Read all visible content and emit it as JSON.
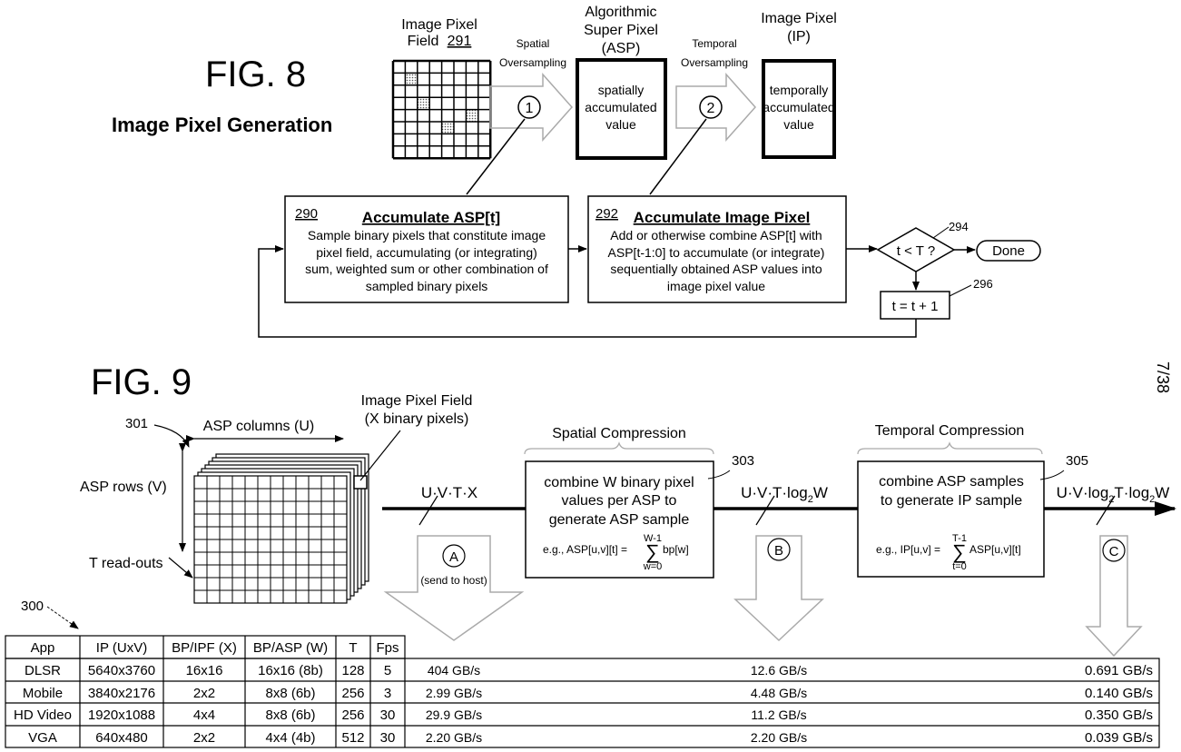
{
  "fig8": {
    "title": "FIG. 8",
    "subtitle": "Image Pixel Generation",
    "pixel_field_line1": "Image Pixel",
    "pixel_field_line2": "Field",
    "pixel_field_ref": "291",
    "spatial_line1": "Spatial",
    "spatial_line2": "Oversampling",
    "asp_title1": "Algorithmic",
    "asp_title2": "Super Pixel",
    "asp_title3": "(ASP)",
    "asp_box1": "spatially",
    "asp_box2": "accumulated",
    "asp_box3": "value",
    "temporal_line1": "Temporal",
    "temporal_line2": "Oversampling",
    "ip_title1": "Image Pixel",
    "ip_title2": "(IP)",
    "ip_box1": "temporally",
    "ip_box2": "accumulated",
    "ip_box3": "value",
    "callout1": "1",
    "callout2": "2",
    "box290": {
      "ref": "290",
      "title": "Accumulate ASP[t]",
      "lines": [
        "Sample binary pixels that constitute image",
        "pixel field, accumulating (or integrating)",
        "sum, weighted sum or other combination of",
        "sampled binary pixels"
      ]
    },
    "box292": {
      "ref": "292",
      "title": "Accumulate Image Pixel",
      "lines": [
        "Add or otherwise combine ASP[t] with",
        "ASP[t-1:0] to accumulate (or integrate)",
        "sequentially obtained ASP values into",
        "image pixel value"
      ]
    },
    "decision": "t < T ?",
    "decision_ref": "294",
    "done": "Done",
    "increment": "t = t + 1",
    "increment_ref": "296"
  },
  "sheet_number": "7/38",
  "fig9": {
    "title": "FIG. 9",
    "stack_ref": "301",
    "asp_columns": "ASP columns (U)",
    "asp_rows": "ASP rows (V)",
    "t_readouts": "T read-outs",
    "ipf_line1": "Image Pixel Field",
    "ipf_line2": "(X binary pixels)",
    "spatial_compression": "Spatial Compression",
    "temporal_compression": "Temporal Compression",
    "ref303": "303",
    "ref305": "305",
    "ref300": "300",
    "rate_a": "U·V·T·X",
    "rate_b_main": "U·V·T·log",
    "rate_b_sub": "2",
    "rate_b_tail": "W",
    "rate_c_main": "U·V·log",
    "rate_c_sub1": "2",
    "rate_c_mid": "T·log",
    "rate_c_sub2": "2",
    "rate_c_tail": "W",
    "label_a": "A",
    "label_b": "B",
    "label_c": "C",
    "send_to_host": "(send to host)",
    "box303_lines": [
      "combine W binary pixel",
      "values per ASP to",
      "generate ASP sample"
    ],
    "box303_eq_left": "e.g., ASP[u,v][t] =",
    "box303_eq_top": "W-1",
    "box303_eq_sigma": "∑",
    "box303_eq_right": "bp[w]",
    "box303_eq_bottom": "w=0",
    "box305_lines": [
      "combine ASP samples",
      "to generate IP sample"
    ],
    "box305_eq_left": "e.g., IP[u,v] =",
    "box305_eq_top": "T-1",
    "box305_eq_sigma": "∑",
    "box305_eq_right": "ASP[u,v][t]",
    "box305_eq_bottom": "t=0"
  },
  "table": {
    "headers": [
      "App",
      "IP (UxV)",
      "BP/IPF (X)",
      "BP/ASP (W)",
      "T",
      "Fps"
    ],
    "rows": [
      {
        "cells": [
          "DLSR",
          "5640x3760",
          "16x16",
          "16x16 (8b)",
          "128",
          "5"
        ],
        "a": "404 GB/s",
        "b": "12.6 GB/s",
        "c": "0.691 GB/s"
      },
      {
        "cells": [
          "Mobile",
          "3840x2176",
          "2x2",
          "8x8 (6b)",
          "256",
          "3"
        ],
        "a": "2.99 GB/s",
        "b": "4.48 GB/s",
        "c": "0.140 GB/s"
      },
      {
        "cells": [
          "HD Video",
          "1920x1088",
          "4x4",
          "8x8 (6b)",
          "256",
          "30"
        ],
        "a": "29.9 GB/s",
        "b": "11.2 GB/s",
        "c": "0.350 GB/s"
      },
      {
        "cells": [
          "VGA",
          "640x480",
          "2x2",
          "4x4 (4b)",
          "512",
          "30"
        ],
        "a": "2.20 GB/s",
        "b": "2.20 GB/s",
        "c": "0.039 GB/s"
      }
    ]
  }
}
